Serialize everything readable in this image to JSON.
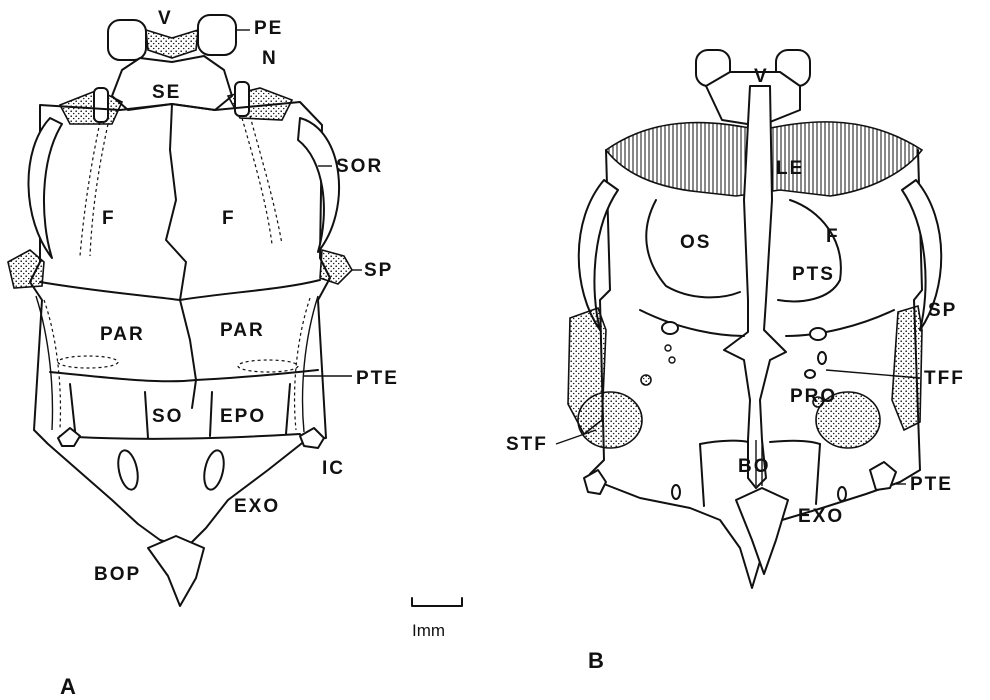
{
  "figure": {
    "panel_a": {
      "letter": "A",
      "labels": {
        "v": "V",
        "pe": "PE",
        "n": "N",
        "se": "SE",
        "sor": "SOR",
        "f_left": "F",
        "f_right": "F",
        "sp": "SP",
        "par_left": "PAR",
        "par_right": "PAR",
        "pte": "PTE",
        "so": "SO",
        "epo": "EPO",
        "ic": "IC",
        "exo": "EXO",
        "bop": "BOP"
      }
    },
    "panel_b": {
      "letter": "B",
      "labels": {
        "v": "V",
        "le": "LE",
        "os": "OS",
        "f": "F",
        "pts": "PTS",
        "sp": "SP",
        "tff": "TFF",
        "pro": "PRO",
        "stf": "STF",
        "bo": "BO",
        "pte": "PTE",
        "exo": "EXO"
      }
    },
    "scale_bar": {
      "label": "Imm"
    }
  }
}
